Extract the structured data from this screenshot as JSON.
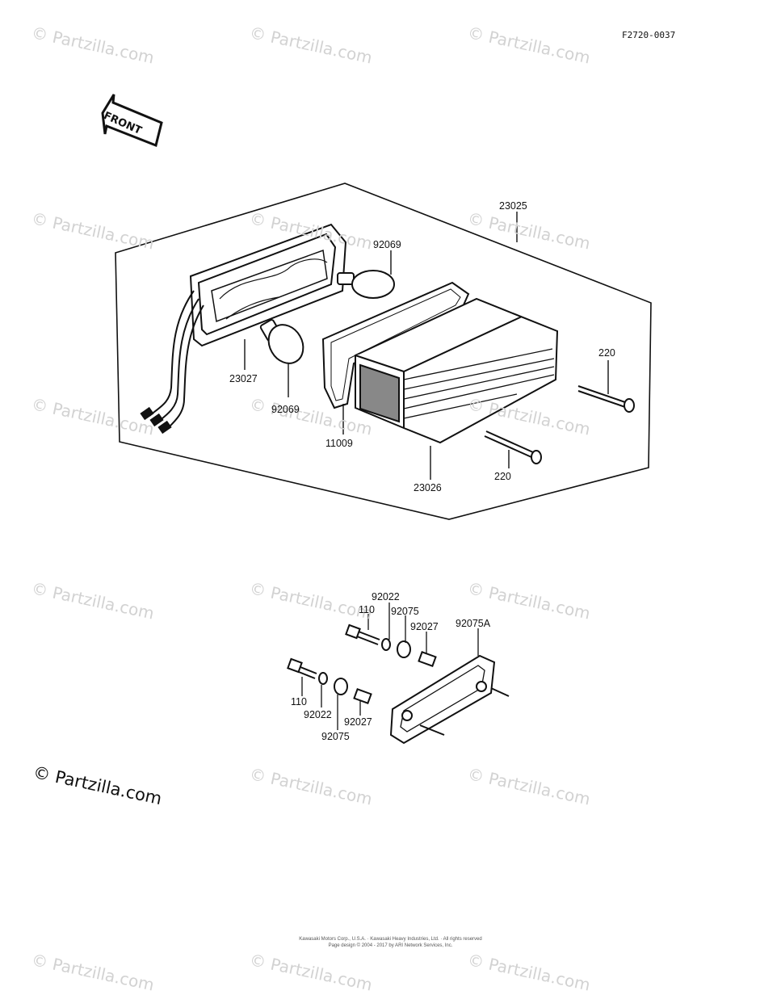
{
  "diagram_code": "F2720-0037",
  "front_label": "FRONT",
  "watermark_text": "© Partzilla.com",
  "parts": {
    "housing_assy": "23025",
    "lens_base": "23027",
    "bulb_upper": "92069",
    "bulb_lower": "92069",
    "gasket": "11009",
    "lens_cover": "23026",
    "screw_upper": "220",
    "screw_lower": "220",
    "bolt_upper": "110",
    "washer_upper": "92022",
    "grommet_upper": "92075",
    "collar_upper": "92027",
    "bracket": "92075A",
    "bolt_lower": "110",
    "washer_lower": "92022",
    "collar_lower": "92027",
    "grommet_lower": "92075"
  },
  "footer": {
    "line1": "Kawasaki Motors Corp., U.S.A. · Kawasaki Heavy Industries, Ltd. · All rights reserved",
    "line2": "Page design © 2004 - 2017 by ARI Network Services, Inc."
  }
}
